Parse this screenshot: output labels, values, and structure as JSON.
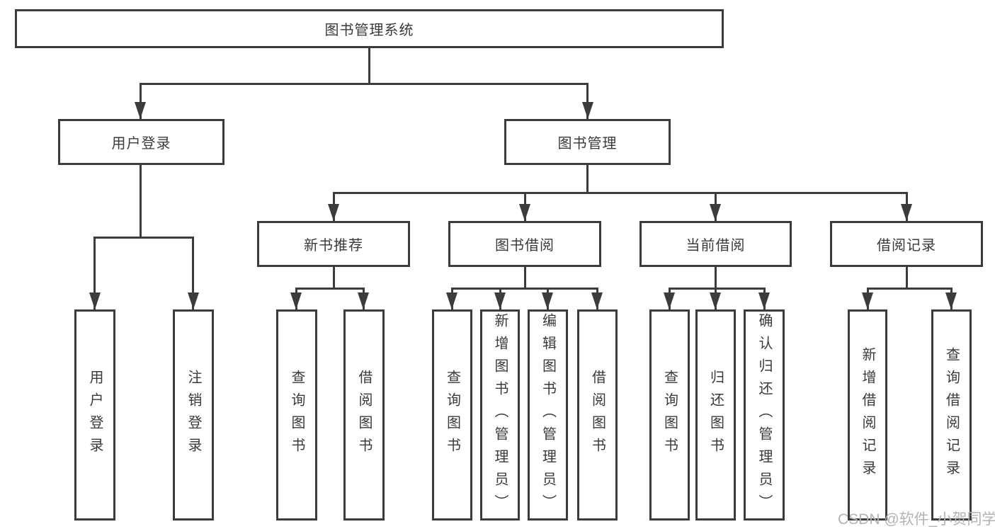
{
  "diagram": {
    "type": "hierarchy-tree",
    "watermark": "CSDN @软件_小贺同学",
    "colors": {
      "line": "#3c3c3c",
      "box_border": "#3c3c3c",
      "box_background": "#ffffff",
      "text": "#3a3a3a",
      "watermark": "#b3b3b3",
      "background": "#ffffff"
    },
    "nodes": {
      "root": {
        "label": "图书管理系统"
      },
      "user_login": {
        "label": "用户登录"
      },
      "book_management": {
        "label": "图书管理"
      },
      "new_book_recommend": {
        "label": "新书推荐"
      },
      "book_borrowing": {
        "label": "图书借阅"
      },
      "current_borrowing": {
        "label": "当前借阅"
      },
      "borrowing_records": {
        "label": "借阅记录"
      },
      "leaf_user_login": {
        "label": "用户登录"
      },
      "leaf_logout": {
        "label": "注销登录"
      },
      "leaf_query_books_recommend": {
        "label": "查询图书"
      },
      "leaf_borrow_books_recommend": {
        "label": "借阅图书"
      },
      "leaf_query_books_borrowing": {
        "label": "查询图书"
      },
      "leaf_add_books_admin": {
        "label": "新增图书（管理员）"
      },
      "leaf_edit_books_admin": {
        "label": "编辑图书（管理员）"
      },
      "leaf_borrow_books_borrowing": {
        "label": "借阅图书"
      },
      "leaf_query_books_current": {
        "label": "查询图书"
      },
      "leaf_return_books": {
        "label": "归还图书"
      },
      "leaf_confirm_return_admin": {
        "label": "确认归还（管理员）"
      },
      "leaf_add_borrow_record": {
        "label": "新增借阅记录"
      },
      "leaf_query_borrow_record": {
        "label": "查询借阅记录"
      }
    },
    "edges": [
      "图书管理系统→用户登录",
      "图书管理系统→图书管理",
      "用户登录→用户登录",
      "用户登录→注销登录",
      "图书管理→新书推荐",
      "图书管理→图书借阅",
      "图书管理→当前借阅",
      "图书管理→借阅记录",
      "新书推荐→查询图书",
      "新书推荐→借阅图书",
      "图书借阅→查询图书",
      "图书借阅→新增图书（管理员）",
      "图书借阅→编辑图书（管理员）",
      "图书借阅→借阅图书",
      "当前借阅→查询图书",
      "当前借阅→归还图书",
      "当前借阅→确认归还（管理员）",
      "借阅记录→新增借阅记录",
      "借阅记录→查询借阅记录"
    ]
  }
}
